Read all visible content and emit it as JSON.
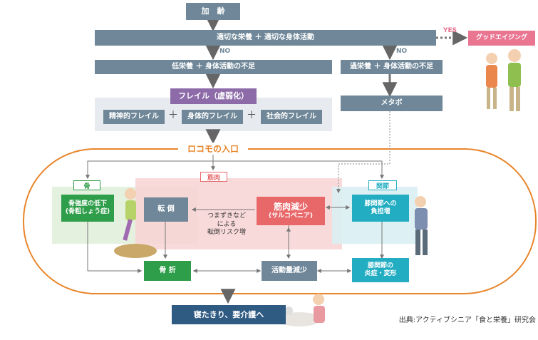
{
  "top": {
    "aging": "加　齢",
    "nutrition_activity": "適切な栄養 ＋ 適切な身体活動",
    "yes": "YES",
    "good_aging": "グッドエイジング",
    "no_left": "NO",
    "no_right": "NO",
    "under_nutrition": "低栄養 ＋ 身体活動の不足",
    "over_nutrition": "過栄養 ＋ 身体活動の不足",
    "frailty": "フレイル（虚弱化）",
    "frailty_mental": "精神的フレイル",
    "frailty_physical": "身体的フレイル",
    "frailty_social": "社会的フレイル",
    "plus": "＋",
    "metabo": "メタボ"
  },
  "locomo": {
    "title": "ロコモの入口",
    "bone_tab": "骨",
    "muscle_tab": "筋肉",
    "joint_tab": "関節",
    "bone_loss": "骨強度の低下\n(骨粗しょう症)",
    "fall": "転 倒",
    "trip_text": "つまずきなど\nによる\n転倒リスク増",
    "sarcopenia_main": "筋肉減少",
    "sarcopenia_sub": "(サルコペニア)",
    "knee_load": "膝関節への\n負担増",
    "fracture": "骨 折",
    "activity_down": "活動量減少",
    "knee_inflam": "膝関節の\n炎症・変形"
  },
  "bottom": {
    "bedridden": "寝たきり、要介護へ",
    "source": "出典:アクティブシニア「食と栄養」研究会"
  },
  "colors": {
    "grey": "#6f8798",
    "purple": "#8d6aa8",
    "green": "#2f9e4a",
    "teal": "#23adc2",
    "red": "#e8686a",
    "orange": "#e8852a",
    "navy": "#2f5a82",
    "pink": "#e97591"
  }
}
